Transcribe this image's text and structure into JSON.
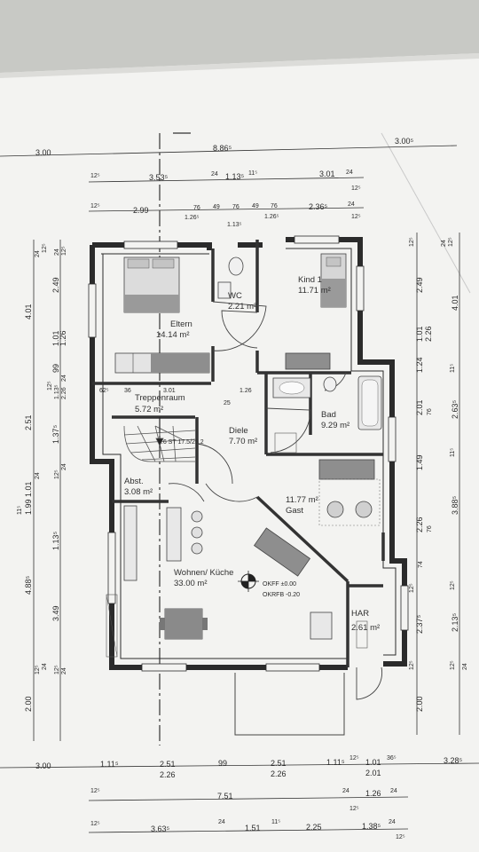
{
  "plan": {
    "rooms": {
      "eltern": {
        "name": "Eltern",
        "area": "14.14 m²"
      },
      "wc": {
        "name": "WC",
        "area": "2.21 m²"
      },
      "kind": {
        "name": "Kind 1",
        "area": "11.71 m²"
      },
      "treppe": {
        "name": "Treppenraum",
        "area": "5.72 m²"
      },
      "diele": {
        "name": "Diele",
        "area": "7.70 m²"
      },
      "bad": {
        "name": "Bad",
        "area": "9.29 m²"
      },
      "abst": {
        "name": "Abst.",
        "area": "3.08 m²"
      },
      "gast": {
        "name": "Gast",
        "area": "11.77 m²"
      },
      "wohnen": {
        "name": "Wohnen/ Küche",
        "area": "33.00 m²"
      },
      "har": {
        "name": "HAR",
        "area": "2.61 m²"
      }
    },
    "level_marks": {
      "okff": "OKFF ±0.00",
      "okrfb": "OKRFB -0.20"
    },
    "top_dims": {
      "row1": [
        "3.00",
        "8.86⁵",
        "3.00⁵"
      ],
      "row2": [
        "12⁵",
        "3.53⁵",
        "24",
        "1.13⁵",
        "11⁵",
        "3.01",
        "24",
        "12⁵"
      ],
      "row3": [
        "12⁵",
        "2.99",
        "76",
        "49",
        "76",
        "49",
        "76",
        "2.36⁵",
        "1.26⁵",
        "1.13⁵",
        "1.26⁵",
        "24",
        "12⁵"
      ]
    },
    "bottom_dims": {
      "row1": [
        "3.00",
        "1.11⁵",
        "2.51",
        "2.26",
        "99",
        "2.51",
        "2.26",
        "1.11⁵",
        "12⁵",
        "1.01",
        "2.01",
        "36⁵",
        "3.28⁵"
      ],
      "row2": [
        "12⁵",
        "7.51",
        "24",
        "1.26",
        "24",
        "12⁵"
      ],
      "row3": [
        "12⁵",
        "3.63⁵",
        "24",
        "1.51",
        "11⁵",
        "2.25",
        "1.38⁵",
        "24",
        "12⁵"
      ]
    },
    "left_dims": {
      "outer": [
        "4.01",
        "2.51",
        "1.99",
        "4.88⁵",
        "2.00",
        "11⁵",
        "24",
        "12⁵",
        "12⁵",
        "24",
        "12⁵"
      ],
      "inner": [
        "24",
        "12⁵",
        "2.49",
        "1.01",
        "1.26",
        "99",
        "1.13⁵",
        "2.26",
        "1.37⁵",
        "1.01",
        "1.13⁵",
        "3.49",
        "12⁵",
        "24",
        "12⁵",
        "24",
        "24",
        "24"
      ]
    },
    "right_dims": {
      "inner": [
        "12⁵",
        "2.49",
        "1.01",
        "2.26",
        "1.24",
        "2.01",
        "76",
        "1.49",
        "2.26",
        "76",
        "74",
        "12⁵",
        "2.37⁵",
        "12⁵",
        "2.00"
      ],
      "outer": [
        "12⁵",
        "24",
        "4.01",
        "11⁵",
        "2.63⁵",
        "11⁵",
        "3.88⁵",
        "12⁵",
        "2.13⁵",
        "12⁵",
        "24"
      ]
    },
    "misc": {
      "stair_marks": [
        "62⁵",
        "36",
        "3.01",
        "1.26",
        "25"
      ],
      "stair_label": "7.6 ST 17.5/25.2"
    }
  }
}
